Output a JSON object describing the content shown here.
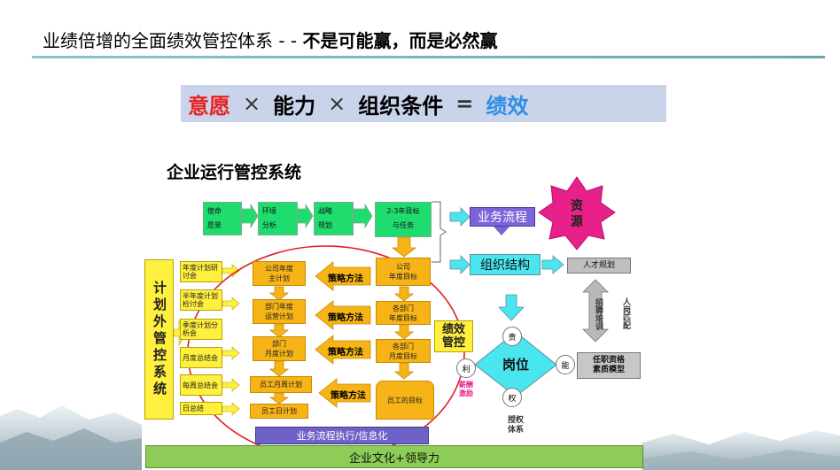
{
  "header": {
    "title_main": "业绩倍增的全面绩效管控体系 - - ",
    "title_bold": "不是可能赢，而是必然赢"
  },
  "formula": {
    "term1": "意愿",
    "op1": "×",
    "term2": "能力",
    "op2": "×",
    "term3": "组织条件",
    "eq": "=",
    "result": "绩效"
  },
  "subtitle": "企业运行管控系统",
  "top_row": {
    "mission": "使命\n愿景",
    "env": "环境\n分析",
    "strategy": "战略\n规划",
    "goals": "2-3年目标\n与任务"
  },
  "right_top": {
    "business_process": "业务流程",
    "resource": "资\n源",
    "org_structure": "组织结构",
    "talent_plan": "人才规划",
    "recruit": "招聘培训",
    "match": "人岗匹配",
    "qualification": "任职资格\n素质模型",
    "auth": "授权\n体系"
  },
  "left_column": {
    "label": "计划外管控系统",
    "items": [
      "年度计划研讨会",
      "半年度计划检讨会",
      "季度计划分析会",
      "月度总结会",
      "每周总结会",
      "日总结"
    ]
  },
  "plans": {
    "company_plan": "公司年度\n主计划",
    "dept_plan": "部门年度\n运营计划",
    "dept_month": "部门\n月度计划",
    "staff_month": "员工月周计划",
    "staff_day": "员工日计划"
  },
  "strategy_method": "策略方法",
  "targets": {
    "company": "公司\n年度目标",
    "dept_year": "各部门\n年度目标",
    "dept_month": "各部门\n月度目标",
    "staff": "员工的目标"
  },
  "post": {
    "perf_control": "绩效\n管控",
    "post": "岗位",
    "duty": "责",
    "benefit": "利",
    "power": "权",
    "ability": "能",
    "incentive": "薪酬\n激励"
  },
  "bottom": {
    "process_exec": "业务流程执行/信息化",
    "culture": "企业文化+领导力"
  },
  "colors": {
    "green": "#1fdc6e",
    "orange": "#f6b417",
    "yellow": "#ffef3e",
    "cyan": "#49e6ef",
    "purple": "#7b64d8",
    "magenta": "#e8208a",
    "red_ring": "#e02020"
  }
}
